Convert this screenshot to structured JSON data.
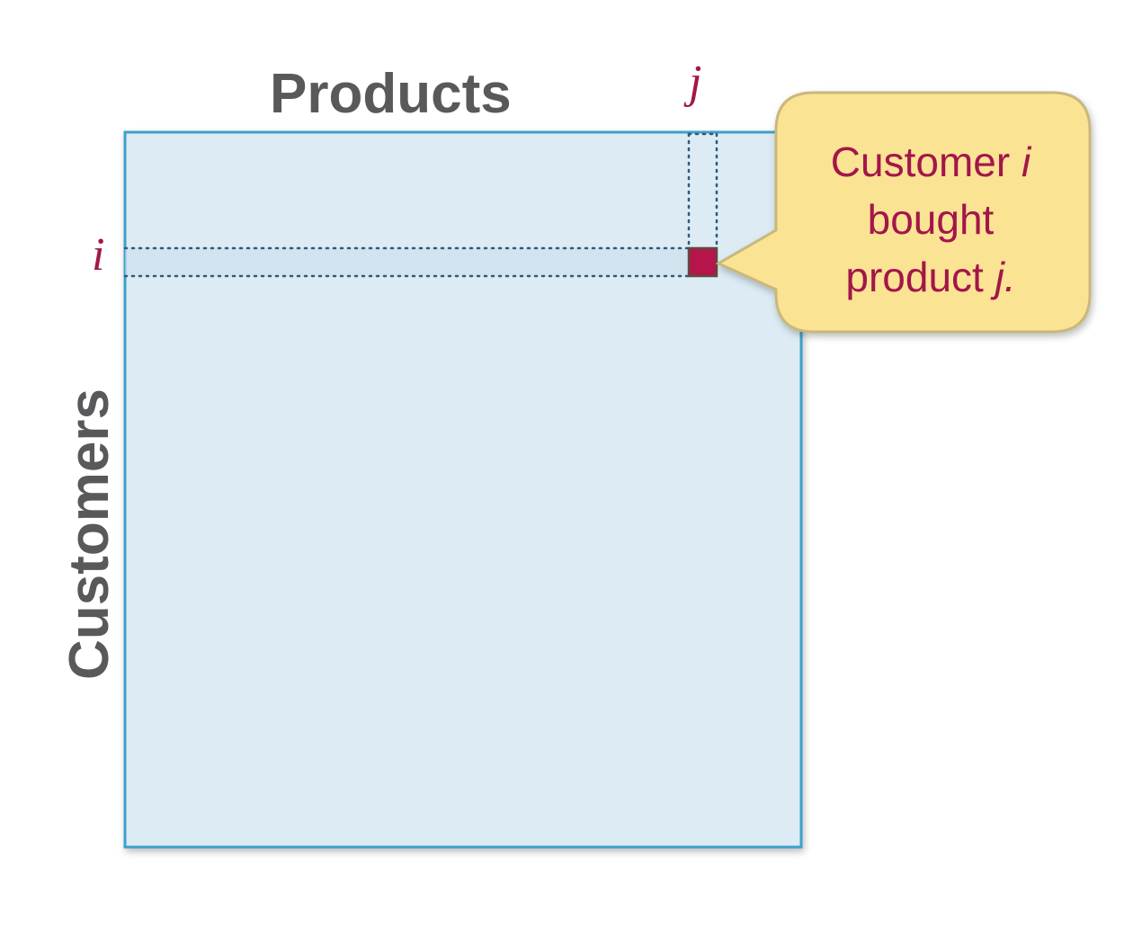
{
  "diagram": {
    "x_axis_title": "Products",
    "y_axis_title": "Customers",
    "row_index": "i",
    "col_index": "j",
    "callout": {
      "word_customer": "Customer",
      "var_i": "i",
      "word_bought": "bought",
      "word_product": "product",
      "var_j": "j."
    },
    "colors": {
      "matrix_fill": "#dcebf4",
      "matrix_border": "#3ca1cc",
      "highlight_cell": "#b5154b",
      "callout_fill": "#fbe394",
      "callout_border": "#c9b87c",
      "accent_text": "#a3164a",
      "axis_text": "#58595b",
      "dotted_lines": "#2f5b77"
    }
  }
}
